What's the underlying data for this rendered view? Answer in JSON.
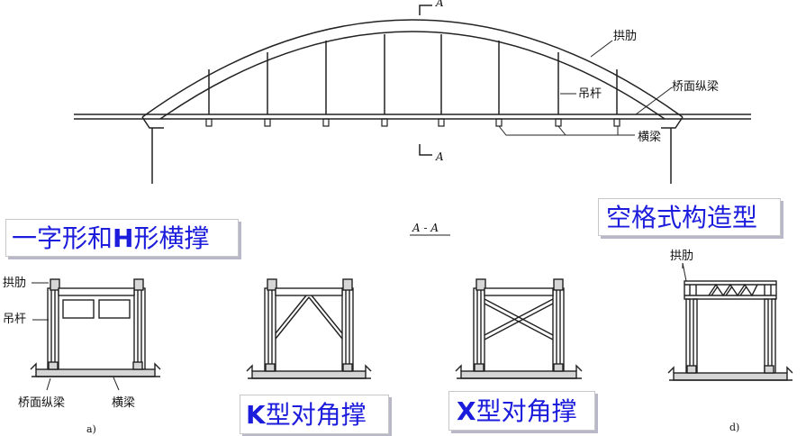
{
  "elevation": {
    "label_arch_rib": "拱肋",
    "label_hanger": "吊杆",
    "label_deck_stringer": "桥面纵梁",
    "label_cross_beam": "横梁",
    "section_mark_top": "A",
    "section_mark_bottom": "A"
  },
  "section_title": "A - A",
  "variants": {
    "a": {
      "title_pre": "一字形和",
      "title_bold": "H",
      "title_post": "形横撑",
      "label_arch_rib": "拱肋",
      "label_hanger": "吊杆",
      "label_deck_stringer": "桥面纵梁",
      "label_cross_beam": "横梁",
      "caption": "a)"
    },
    "b": {
      "title_bold": "K",
      "title_post": "型对角撑"
    },
    "c": {
      "title_bold": "X",
      "title_post": "型对角撑"
    },
    "d": {
      "title": "空格式构造型",
      "label_arch_rib": "拱肋",
      "caption": "d)"
    }
  },
  "colors": {
    "title_blue": "#1c1cdc",
    "line": "#222222",
    "member_fill": "#d6d6d6"
  }
}
